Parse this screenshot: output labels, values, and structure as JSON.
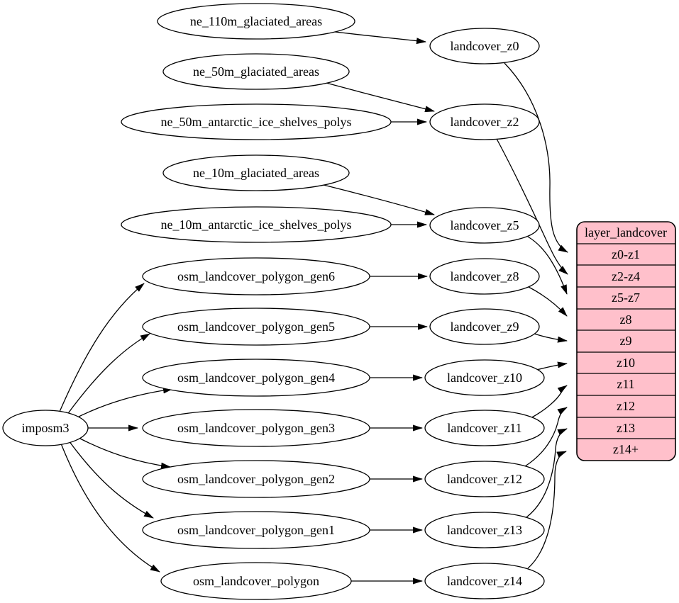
{
  "nodes": {
    "imposm3": "imposm3",
    "ne110m": "ne_110m_glaciated_areas",
    "ne50m": "ne_50m_glaciated_areas",
    "ne50m_ant": "ne_50m_antarctic_ice_shelves_polys",
    "ne10m": "ne_10m_glaciated_areas",
    "ne10m_ant": "ne_10m_antarctic_ice_shelves_polys",
    "gen6": "osm_landcover_polygon_gen6",
    "gen5": "osm_landcover_polygon_gen5",
    "gen4": "osm_landcover_polygon_gen4",
    "gen3": "osm_landcover_polygon_gen3",
    "gen2": "osm_landcover_polygon_gen2",
    "gen1": "osm_landcover_polygon_gen1",
    "polygon": "osm_landcover_polygon",
    "z0": "landcover_z0",
    "z2": "landcover_z2",
    "z5": "landcover_z5",
    "z8": "landcover_z8",
    "z9": "landcover_z9",
    "z10": "landcover_z10",
    "z11": "landcover_z11",
    "z12": "landcover_z12",
    "z13": "landcover_z13",
    "z14": "landcover_z14"
  },
  "table": {
    "title": "layer_landcover",
    "rows": [
      "z0-z1",
      "z2-z4",
      "z5-z7",
      "z8",
      "z9",
      "z10",
      "z11",
      "z12",
      "z13",
      "z14+"
    ]
  },
  "edges": [
    {
      "from": "ne_110m_glaciated_areas",
      "to": "landcover_z0"
    },
    {
      "from": "ne_50m_glaciated_areas",
      "to": "landcover_z2"
    },
    {
      "from": "ne_50m_antarctic_ice_shelves_polys",
      "to": "landcover_z2"
    },
    {
      "from": "ne_10m_glaciated_areas",
      "to": "landcover_z5"
    },
    {
      "from": "ne_10m_antarctic_ice_shelves_polys",
      "to": "landcover_z5"
    },
    {
      "from": "imposm3",
      "to": "osm_landcover_polygon_gen6"
    },
    {
      "from": "imposm3",
      "to": "osm_landcover_polygon_gen5"
    },
    {
      "from": "imposm3",
      "to": "osm_landcover_polygon_gen4"
    },
    {
      "from": "imposm3",
      "to": "osm_landcover_polygon_gen3"
    },
    {
      "from": "imposm3",
      "to": "osm_landcover_polygon_gen2"
    },
    {
      "from": "imposm3",
      "to": "osm_landcover_polygon_gen1"
    },
    {
      "from": "imposm3",
      "to": "osm_landcover_polygon"
    },
    {
      "from": "osm_landcover_polygon_gen6",
      "to": "landcover_z8"
    },
    {
      "from": "osm_landcover_polygon_gen5",
      "to": "landcover_z9"
    },
    {
      "from": "osm_landcover_polygon_gen4",
      "to": "landcover_z10"
    },
    {
      "from": "osm_landcover_polygon_gen3",
      "to": "landcover_z11"
    },
    {
      "from": "osm_landcover_polygon_gen2",
      "to": "landcover_z12"
    },
    {
      "from": "osm_landcover_polygon_gen1",
      "to": "landcover_z13"
    },
    {
      "from": "osm_landcover_polygon",
      "to": "landcover_z14"
    },
    {
      "from": "landcover_z0",
      "to": "layer_landcover:z0-z1"
    },
    {
      "from": "landcover_z2",
      "to": "layer_landcover:z2-z4"
    },
    {
      "from": "landcover_z5",
      "to": "layer_landcover:z5-z7"
    },
    {
      "from": "landcover_z8",
      "to": "layer_landcover:z8"
    },
    {
      "from": "landcover_z9",
      "to": "layer_landcover:z9"
    },
    {
      "from": "landcover_z10",
      "to": "layer_landcover:z10"
    },
    {
      "from": "landcover_z11",
      "to": "layer_landcover:z11"
    },
    {
      "from": "landcover_z12",
      "to": "layer_landcover:z12"
    },
    {
      "from": "landcover_z13",
      "to": "layer_landcover:z13"
    },
    {
      "from": "landcover_z14",
      "to": "layer_landcover:z14+"
    }
  ],
  "colors": {
    "background": "#ffffff",
    "node_fill": "#ffffff",
    "table_fill": "#ffc0cb",
    "stroke": "#000000"
  }
}
